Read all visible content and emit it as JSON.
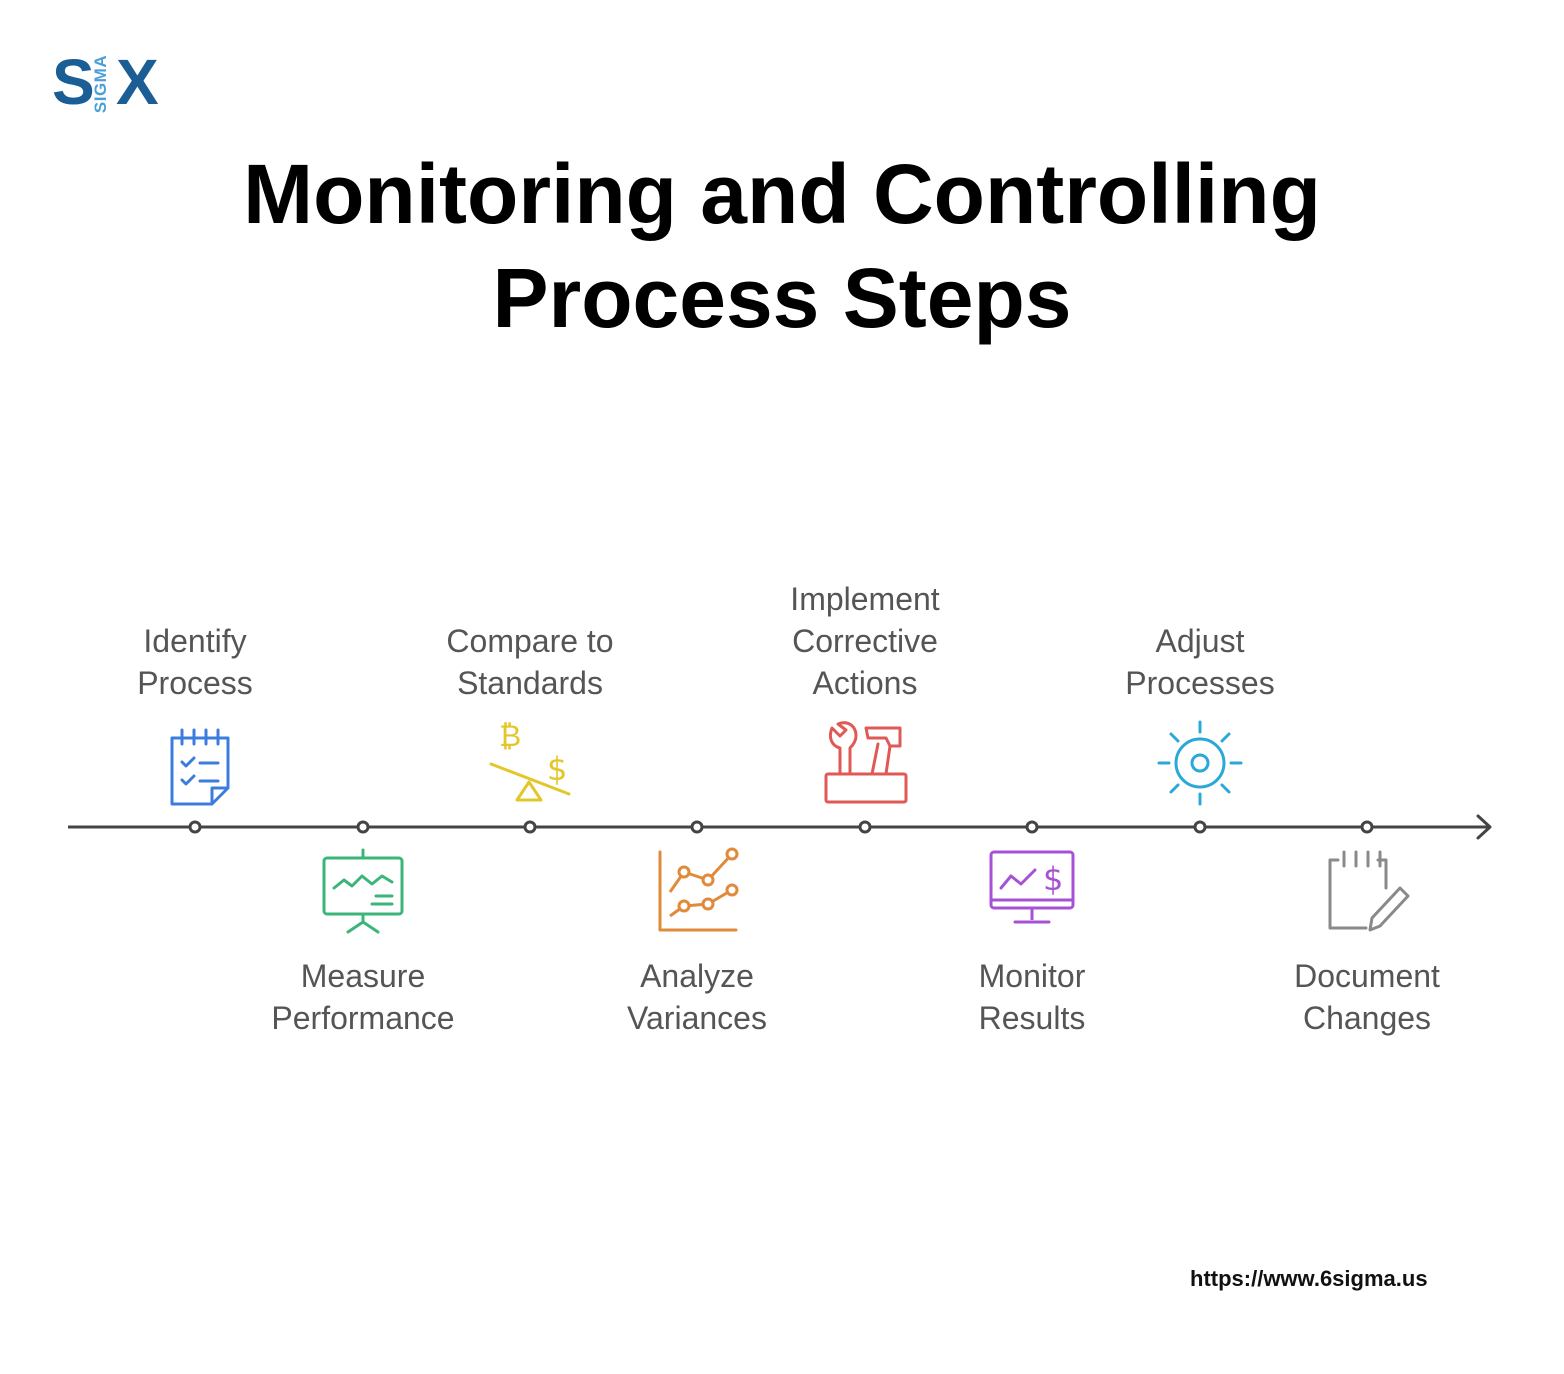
{
  "brand": {
    "logo_letters": [
      "S",
      "X"
    ],
    "logo_sub": "SIGMA",
    "colors": {
      "dark_blue": "#1b5d95",
      "light_blue": "#4a9fd8"
    }
  },
  "title": {
    "line1": "Monitoring and Controlling",
    "line2": "Process Steps"
  },
  "steps": [
    {
      "label_lines": [
        "Identify",
        "Process"
      ],
      "position": "above",
      "icon": "checklist-calendar-icon",
      "color": "#3b7ddd"
    },
    {
      "label_lines": [
        "Measure",
        "Performance"
      ],
      "position": "below",
      "icon": "presentation-board-chart-icon",
      "color": "#3bb57a"
    },
    {
      "label_lines": [
        "Compare to",
        "Standards"
      ],
      "position": "above",
      "icon": "currency-balance-icon",
      "color": "#e3c72a"
    },
    {
      "label_lines": [
        "Analyze",
        "Variances"
      ],
      "position": "below",
      "icon": "line-chart-icon",
      "color": "#e08a3a"
    },
    {
      "label_lines": [
        "Implement",
        "Corrective",
        "Actions"
      ],
      "position": "above",
      "icon": "toolbox-icon",
      "color": "#e05a55"
    },
    {
      "label_lines": [
        "Monitor",
        "Results"
      ],
      "position": "below",
      "icon": "monitor-dollar-chart-icon",
      "color": "#a752d6"
    },
    {
      "label_lines": [
        "Adjust",
        "Processes"
      ],
      "position": "above",
      "icon": "gear-sun-icon",
      "color": "#2aa8d9"
    },
    {
      "label_lines": [
        "Document",
        "Changes"
      ],
      "position": "below",
      "icon": "notepad-pencil-icon",
      "color": "#8a8a8a"
    }
  ],
  "footer": {
    "url": "https://www.6sigma.us"
  }
}
